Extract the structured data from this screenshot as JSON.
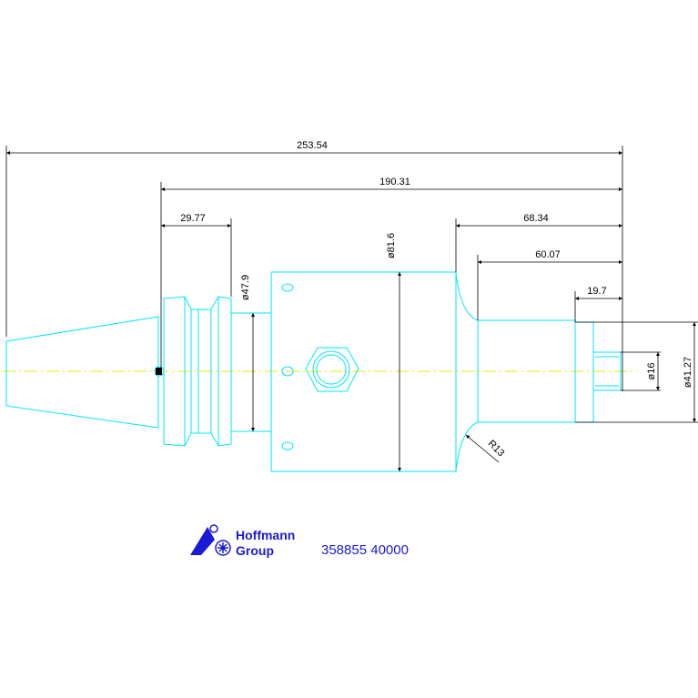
{
  "dimensions": {
    "overall_length": "253.54",
    "length_190": "190.31",
    "flange_29": "29.77",
    "length_68": "68.34",
    "length_60": "60.07",
    "length_19": "19.7",
    "dia_47": "ø47.9",
    "dia_81": "ø81.6",
    "dia_16": "ø16",
    "dia_41": "ø41.27",
    "radius": "R13"
  },
  "logo": {
    "line1": "Hoffmann",
    "line2": "Group"
  },
  "part_number": "358855 40000",
  "colors": {
    "part": "#00e5ff",
    "dimension": "#000000",
    "centerline": "#e8e800",
    "brand": "#1a1ad6"
  }
}
